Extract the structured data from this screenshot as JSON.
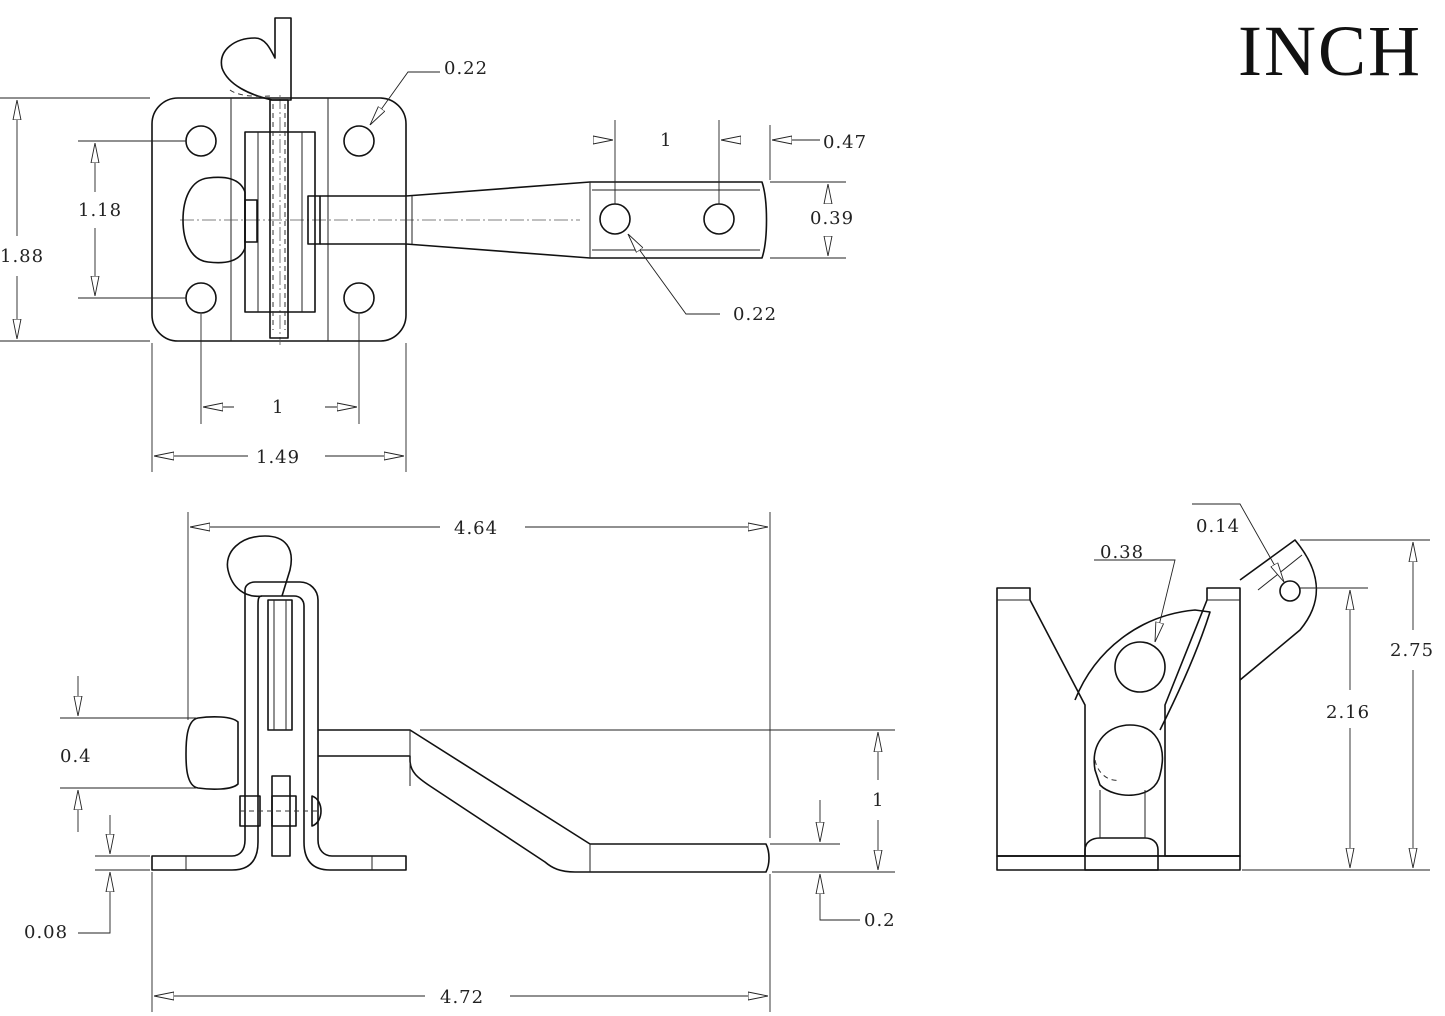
{
  "unit_label": "INCH",
  "top_view": {
    "hole_dia_plate": "0.22",
    "plate_height": "1.88",
    "hole_vertical_spacing": "1.18",
    "hole_horizontal_spacing": "1",
    "plate_width": "1.49",
    "handle_hole_spacing": "1",
    "handle_end_offset": "0.47",
    "handle_width": "0.39",
    "hole_dia_handle": "0.22"
  },
  "side_view": {
    "overall_length_upper": "4.64",
    "knob_height": "0.4",
    "base_thickness": "0.08",
    "handle_rise": "1",
    "handle_thickness": "0.2",
    "overall_length_lower": "4.72"
  },
  "end_view": {
    "pivot_dia": "0.38",
    "pin_hole_dia": "0.14",
    "overall_height": "2.75",
    "pivot_height": "2.16"
  }
}
